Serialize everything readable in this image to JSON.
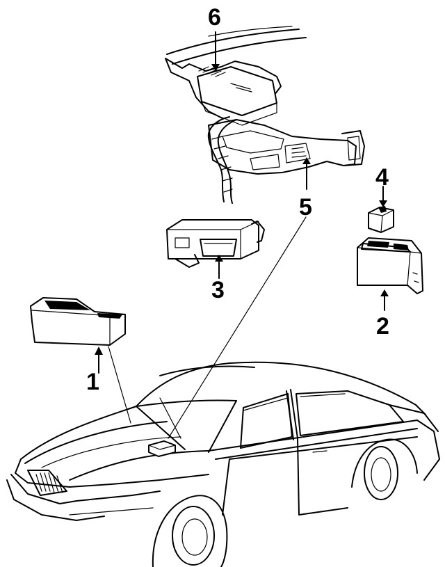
{
  "callouts": [
    {
      "id": "1",
      "label": "1"
    },
    {
      "id": "2",
      "label": "2"
    },
    {
      "id": "3",
      "label": "3"
    },
    {
      "id": "4",
      "label": "4"
    },
    {
      "id": "5",
      "label": "5"
    },
    {
      "id": "6",
      "label": "6"
    }
  ],
  "colors": {
    "ink": "#000000",
    "paper": "#ffffff"
  }
}
